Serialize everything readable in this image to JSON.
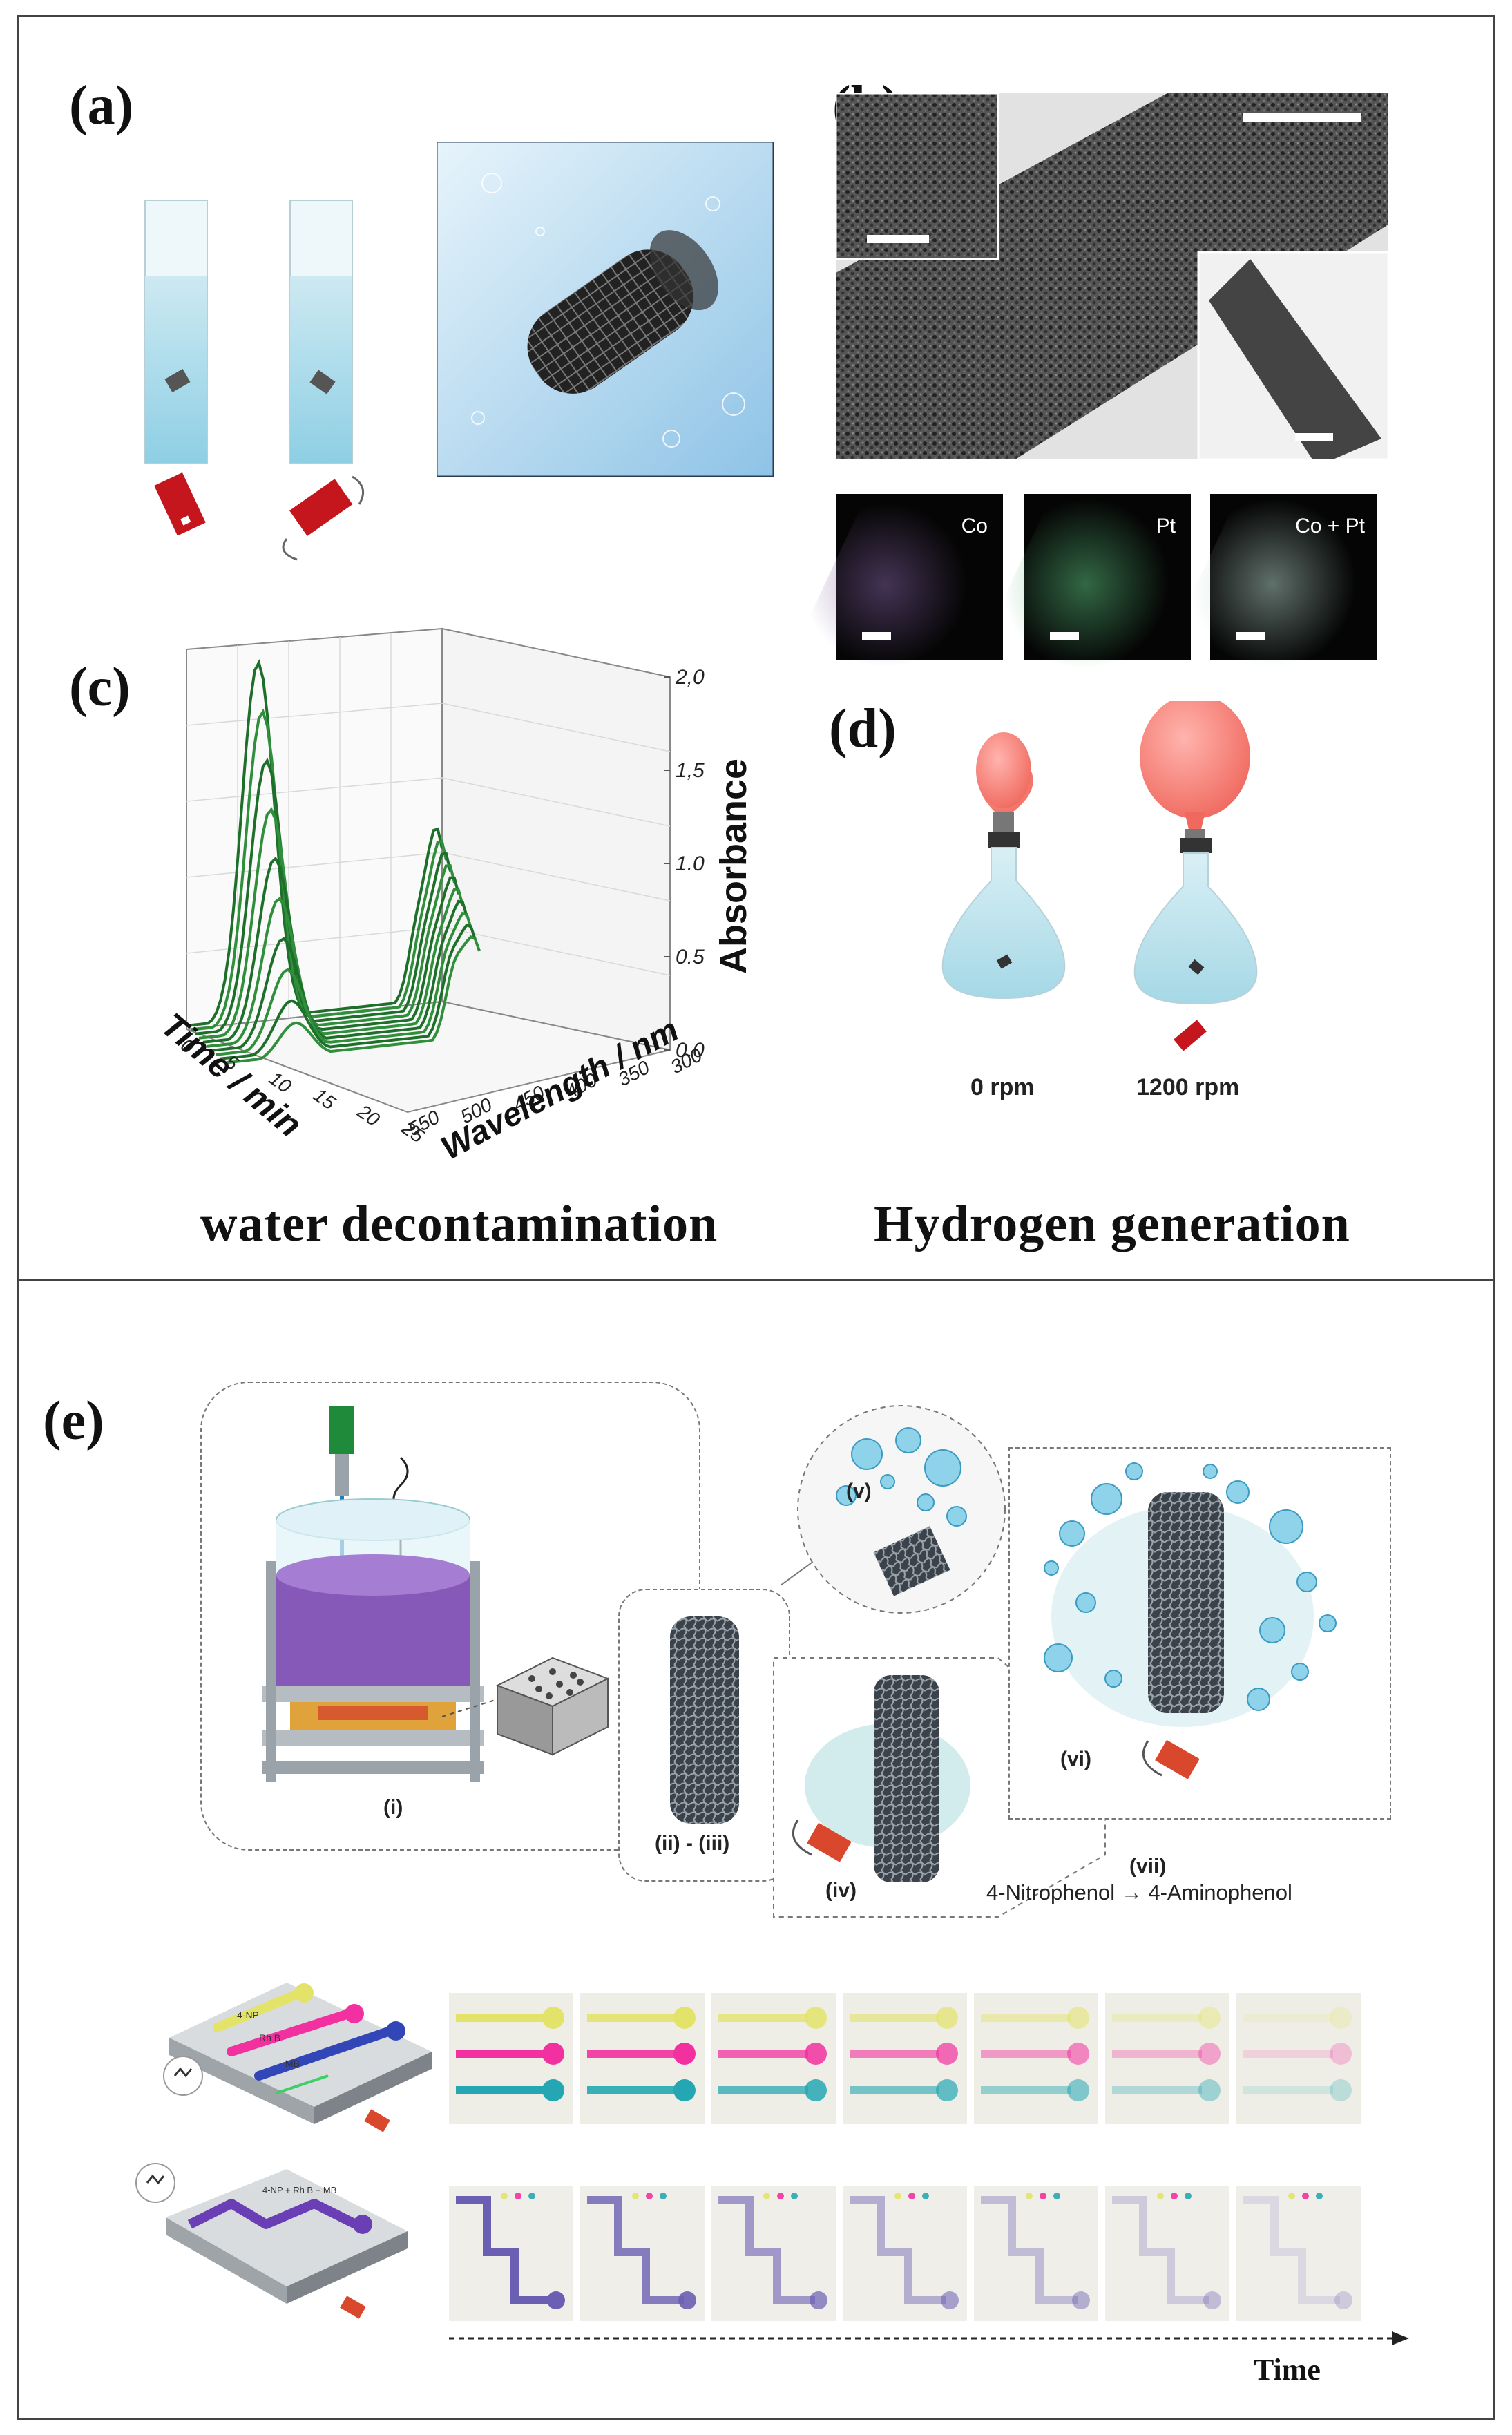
{
  "panels": {
    "a": "(a)",
    "b": "(b)",
    "c": "(c)",
    "d": "(d)",
    "e": "(e)"
  },
  "captions": {
    "water": "water decontamination",
    "hydrogen": "Hydrogen generation"
  },
  "eds": {
    "co": "Co",
    "pt": "Pt",
    "copt": "Co + Pt"
  },
  "chart_data": {
    "type": "line",
    "zlabel": "Absorbance",
    "xlabel": "Time / min",
    "ylabel": "Wavelength / nm",
    "z_ticks": [
      "0.0",
      "0.5",
      "1.0",
      "1,5",
      "2,0"
    ],
    "time_ticks": [
      "0",
      "5",
      "10",
      "15",
      "20",
      "25"
    ],
    "wavelength_ticks": [
      "300",
      "350",
      "400",
      "450",
      "500",
      "550"
    ],
    "zlim": [
      0,
      2.0
    ],
    "series_peaks": [
      2.0,
      1.75,
      1.5,
      1.25,
      1.0,
      0.8,
      0.6,
      0.45,
      0.3,
      0.2
    ]
  },
  "hydrogen": {
    "speeds": [
      "0 rpm",
      "1200 rpm"
    ]
  },
  "setup": {
    "steps": [
      "(i)",
      "(ii) - (iii)",
      "(iv)",
      "(v)",
      "(vi)",
      "(vii)"
    ],
    "reaction": "4-Nitrophenol → 4-Aminophenol"
  },
  "channels": {
    "top_labels": [
      "4-NP",
      "Rh B",
      "MB"
    ],
    "bottom_label": "4-NP + Rh B + MB",
    "time_label": "Time",
    "colors": {
      "yellow": "#e3e36a",
      "pink": "#f2309f",
      "teal": "#25a7b3",
      "purple": "#6a5fb2"
    },
    "top_fade": [
      1.0,
      0.9,
      0.75,
      0.6,
      0.45,
      0.3,
      0.15
    ],
    "bottom_fade": [
      1.0,
      0.8,
      0.6,
      0.45,
      0.35,
      0.25,
      0.15
    ]
  }
}
